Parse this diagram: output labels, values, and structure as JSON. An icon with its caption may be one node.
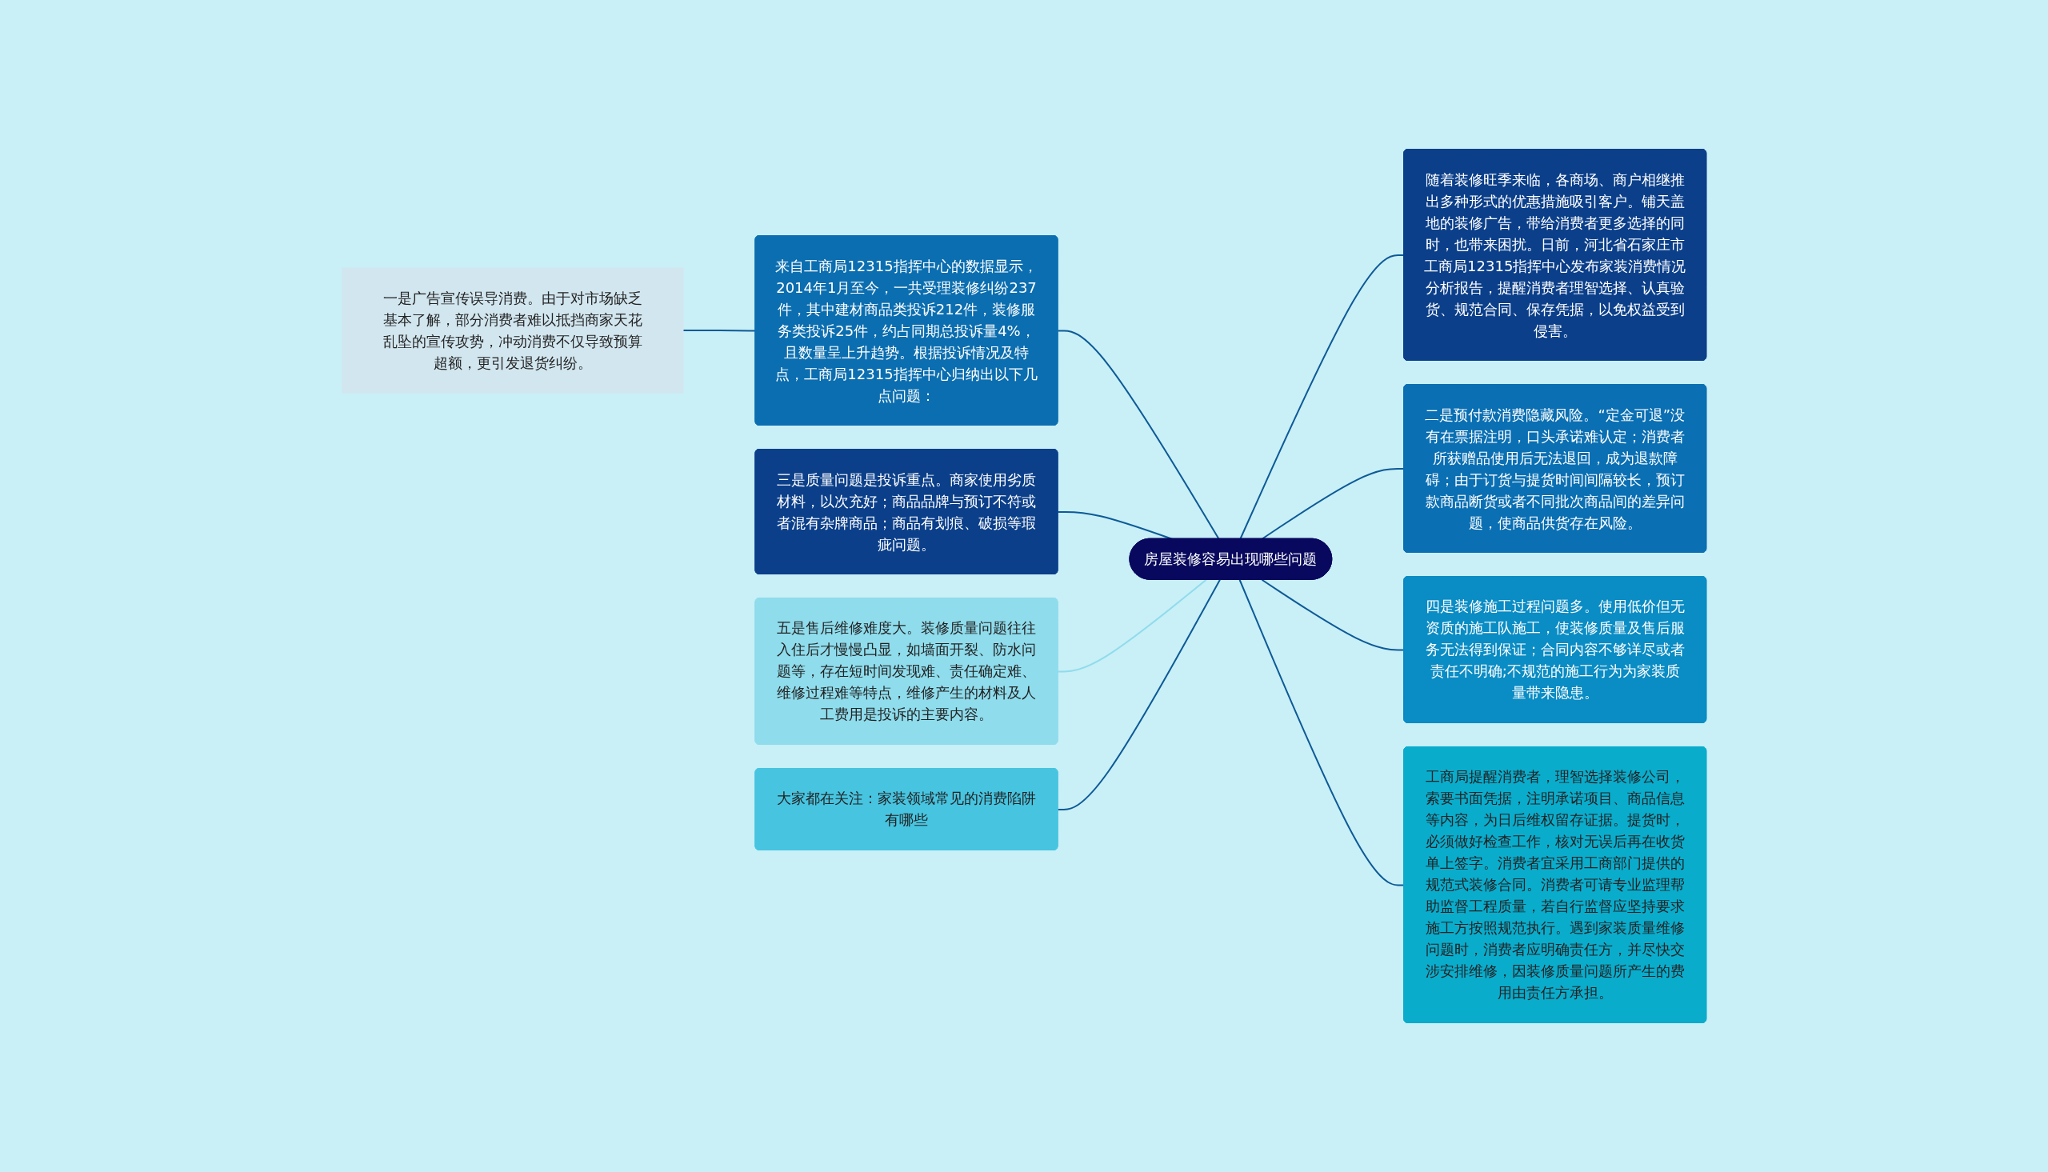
{
  "diagram": {
    "nodes": [
      {
        "text": [
          "房屋装修容易出现哪些问题"
        ]
      },
      {
        "text": [
          "来自工商局12315指挥中心的数据显示，2014年1月至今，一共受理装修纠纷237件，其中建材商品类投诉212件，装修服务类投诉25件，约占同期总投诉量4%，且数量呈上升趋势。根据投诉情况及特点，工商局12315指挥中心归纳出以下几点问题："
        ]
      },
      {
        "text": [
          "一是广告宣传误导消费。由于对市场缺乏基本了解，部分消费者难以抵挡商家天花乱坠的宣传攻势，冲动消费不仅导致预算超额，更引发退货纠纷。"
        ]
      },
      {
        "text": [
          "三是质量问题是投诉重点。商家使用劣质材料，以次充好；商品品牌与预订不符或者混有杂牌商品；商品有划痕、破损等瑕疵问题。"
        ]
      },
      {
        "text": [
          "五是售后维修难度大。装修质量问题往往入住后才慢慢凸显，如墙面开裂、防水问题等，存在短时间发现难、责任确定难、维修过程难等特点，维修产生的材料及人工费用是投诉的主要内容。"
        ]
      },
      {
        "text": [
          "大家都在关注：家装领域常见的消费陷阱有哪些"
        ]
      },
      {
        "text": [
          "随着装修旺季来临，各商场、商户相继推出多种形式的优惠措施吸引客户。铺天盖地的装修广告，带给消费者更多选择的同时，也带来困扰。日前，河北省石家庄市工商局12315指挥中心发布家装消费情况分析报告，提醒消费者理智选择、认真验货、规范合同、保存凭据，以免权益受到侵害。"
        ]
      },
      {
        "text": [
          "二是预付款消费隐藏风险。“定金可退”没有在票据注明，口头承诺难认定；消费者所获赠品使用后无法退回，成为退款障碍；由于订货与提货时间间隔较长，预订款商品断货或者不同批次商品间的差异问题，使商品供货存在风险。"
        ]
      },
      {
        "text": [
          "四是装修施工过程问题多。使用低价但无资质的施工队施工，使装修质量及售后服务无法得到保证；合同内容不够详尽或者责任不明确;不规范的施工行为为家装质量带来隐患。"
        ]
      },
      {
        "text": [
          "工商局提醒消费者，理智选择装修公司，索要书面凭据，注明承诺项目、商品信息等内容，为日后维权留存证据。提货时，必须做好检查工作，核对无误后再在收货单上签字。消费者宜采用工商部门提供的规范式装修合同。消费者可请专业监理帮助监督工程质量，若自行监督应坚持要求施工方按照规范执行。遇到家装质量维修问题时，消费者应明确责任方，并尽快交涉安排维修，因装修质量问题所产生的费用由责任方承担。"
        ]
      }
    ],
    "edges": [
      {
        "from": 2,
        "to": 1,
        "arrow": "none"
      },
      {
        "from": 1,
        "to": 0,
        "arrow": "none"
      },
      {
        "from": 3,
        "to": 0,
        "arrow": "none"
      },
      {
        "from": 4,
        "to": 0,
        "arrow": "none",
        "color": "#8fdcec"
      },
      {
        "from": 5,
        "to": 0,
        "arrow": "none"
      },
      {
        "from": 0,
        "to": 6,
        "arrow": "none"
      },
      {
        "from": 0,
        "to": 7,
        "arrow": "none"
      },
      {
        "from": 0,
        "to": 8,
        "arrow": "none"
      },
      {
        "from": 0,
        "to": 9,
        "arrow": "none"
      }
    ]
  }
}
